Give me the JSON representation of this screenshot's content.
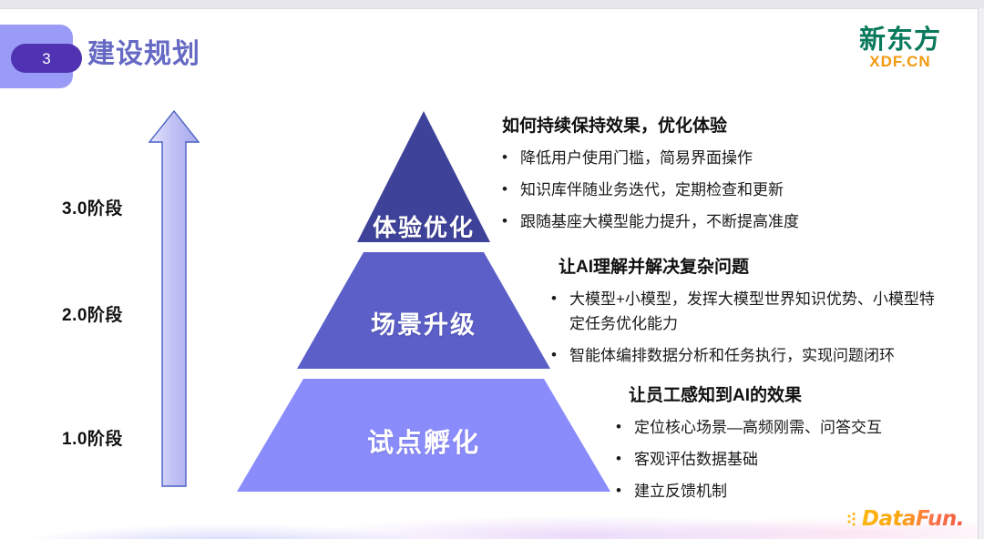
{
  "header": {
    "badge_number": "3",
    "title": "建设规划"
  },
  "brand": {
    "name_cn": "新东方",
    "name_en": "XDF.CN",
    "color_green": "#0a7a5c",
    "color_orange": "#f2990d"
  },
  "stages": [
    {
      "label": "3.0阶段"
    },
    {
      "label": "2.0阶段"
    },
    {
      "label": "1.0阶段"
    }
  ],
  "pyramid": {
    "tiers": [
      {
        "label": "体验优化",
        "color": "#3f4299"
      },
      {
        "label": "场景升级",
        "color": "#5b5fc7"
      },
      {
        "label": "试点孵化",
        "color": "#8b8cfc"
      }
    ]
  },
  "arrow": {
    "direction": "up",
    "fill_light": "#e2e3fb",
    "fill_dark": "#a9abee",
    "stroke": "#4a5fc1"
  },
  "content_blocks": [
    {
      "heading": "如何持续保持效果，优化体验",
      "bullets": [
        "降低用户使用门槛，简易界面操作",
        "知识库伴随业务迭代，定期检查和更新",
        "跟随基座大模型能力提升，不断提高准度"
      ]
    },
    {
      "heading": "让AI理解并解决复杂问题",
      "bullets": [
        "大模型+小模型，发挥大模型世界知识优势、小模型特定任务优化能力",
        "智能体编排数据分析和任务执行，实现问题闭环"
      ]
    },
    {
      "heading": "让员工感知到AI的效果",
      "bullets": [
        "定位核心场景—高频刚需、问答交互",
        "客观评估数据基础",
        "建立反馈机制"
      ]
    }
  ],
  "bullet_glyph": "•",
  "watermark": {
    "text": "DataFun."
  }
}
